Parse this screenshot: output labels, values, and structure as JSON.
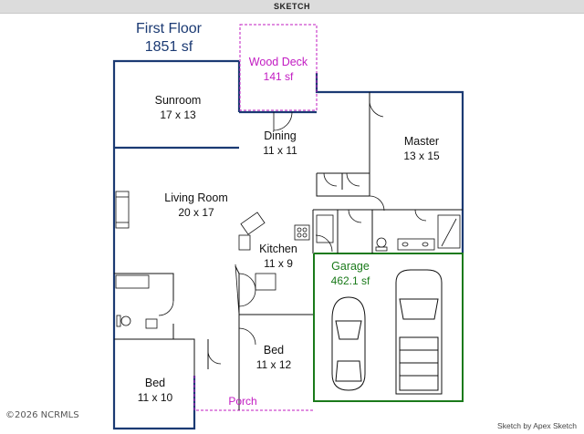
{
  "header": {
    "title": "SKETCH"
  },
  "plan": {
    "title": "First Floor",
    "area": "1851 sf",
    "rooms": {
      "wood_deck": {
        "name": "Wood Deck",
        "size": "141 sf"
      },
      "sunroom": {
        "name": "Sunroom",
        "size": "17 x 13"
      },
      "dining": {
        "name": "Dining",
        "size": "11 x 11"
      },
      "master": {
        "name": "Master",
        "size": "13 x 15"
      },
      "living_room": {
        "name": "Living Room",
        "size": "20 x 17"
      },
      "kitchen": {
        "name": "Kitchen",
        "size": "11 x 9"
      },
      "garage": {
        "name": "Garage",
        "size": "462.1 sf"
      },
      "bed_center": {
        "name": "Bed",
        "size": "11 x 12"
      },
      "bed_left": {
        "name": "Bed",
        "size": "11 x 10"
      },
      "porch": {
        "name": "Porch"
      }
    }
  },
  "footer": {
    "watermark": "©2026 NCRMLS",
    "credit": "Sketch by Apex Sketch"
  },
  "colors": {
    "wall": "#1b3a73",
    "deck": "#c21bc2",
    "garage": "#1a7a1a",
    "interior": "#111111"
  }
}
